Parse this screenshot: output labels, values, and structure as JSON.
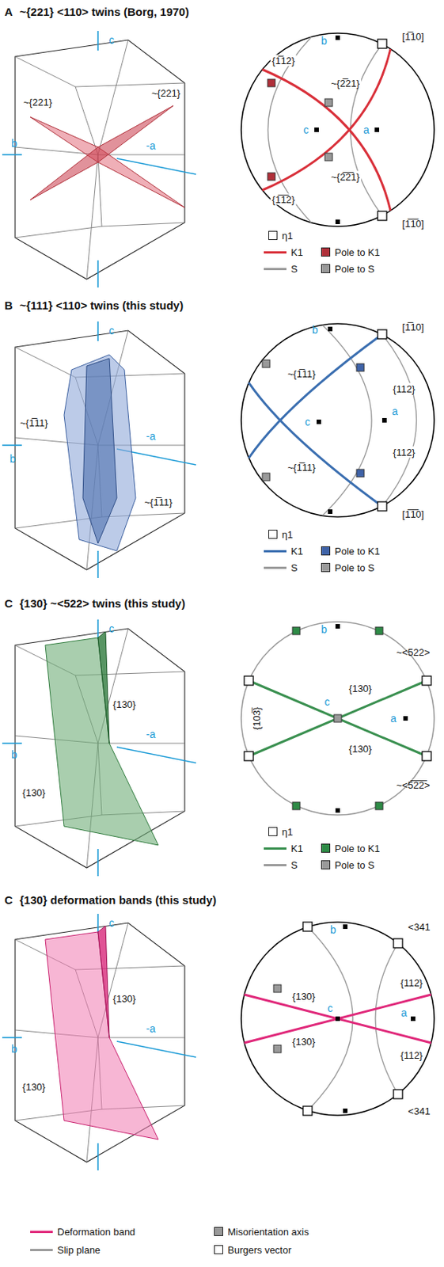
{
  "diagram": {
    "labels": [
      "A",
      "~{221} <110> twins (Borg, 1970)",
      "c",
      "~{221}",
      "~{221}",
      "b",
      "-a",
      "b",
      "[1̅10]",
      "{1̅12}",
      "~{2̅21}",
      "c",
      "a",
      "{1̅1̅2}",
      "~{2̅2̅1}",
      "[1̅1̅0]",
      "B",
      "~{111} <110> twins (this study)",
      "c",
      "~{1̅11}",
      "b",
      "-a",
      "~{1̅11}",
      "b",
      "[1̅10]",
      "~{1̅11}",
      "{112}",
      "c",
      "a",
      "~{1̅11}",
      "{112}",
      "[1̅1̅0]",
      "C",
      "{130} ~<522> twins (this study)",
      "c",
      "{130}",
      "b",
      "-a",
      "{130}",
      "b",
      "~<522>",
      "{103̅}",
      "{130}",
      "{130}",
      "c",
      "a",
      "~<5̅2̅2̅>",
      "C",
      "{130} deformation bands (this study)",
      "c",
      "{130}",
      "b",
      "-a",
      "{130}",
      "b",
      "<341",
      "{112}",
      "{130}",
      "{130}",
      "c",
      "a",
      "{112}",
      "<341"
    ],
    "legend": [
      {
        "text": "η1"
      },
      {
        "text": "K1"
      },
      {
        "text": "Pole to K1",
        "color": "#b0303a"
      },
      {
        "text": "S"
      },
      {
        "text": "Pole to S",
        "color": "#9a9a9a"
      },
      {
        "text": "η1"
      },
      {
        "text": "K1"
      },
      {
        "text": "Pole to K1",
        "color": "#3f63a8"
      },
      {
        "text": "S"
      },
      {
        "text": "Pole to S",
        "color": "#9a9a9a"
      },
      {
        "text": "η1"
      },
      {
        "text": "K1"
      },
      {
        "text": "Pole to K1",
        "color": "#2e8b46"
      },
      {
        "text": "S"
      },
      {
        "text": "Pole to S",
        "color": "#9a9a9a"
      },
      {
        "text": "Deformation band"
      },
      {
        "text": "Misorientation axis",
        "color": "#9a9a9a"
      },
      {
        "text": "Slip plane"
      },
      {
        "text": "Burgers vector"
      }
    ]
  }
}
